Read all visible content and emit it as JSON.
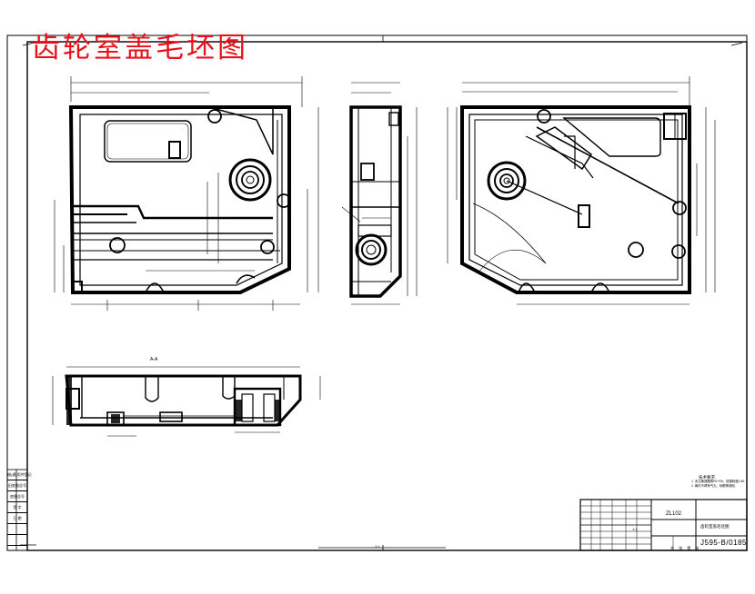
{
  "title": "齿轮室盖毛坯图",
  "title_block": {
    "drawing_number": "J595-B/0185",
    "code": "ZL102",
    "part_name": "齿轮室盖毛坯图",
    "scale_label": "1:1",
    "sheet_info": "共 张 第 张"
  },
  "tech_notes": {
    "heading": "技术要求",
    "lines": [
      "1. 未注铸造圆角R3~R5，拔模斜度1:50.",
      "2. 铸件不得有气孔、砂眼等缺陷."
    ]
  },
  "section_label": "A-A",
  "left_table": [
    "借(通)用件登记",
    "旧底图总号",
    "底图总号",
    "签 字",
    "日 期",
    "",
    ""
  ],
  "bottom_center_mark": "1:1",
  "colors": {
    "title": "#e8111a",
    "line": "#000000"
  }
}
